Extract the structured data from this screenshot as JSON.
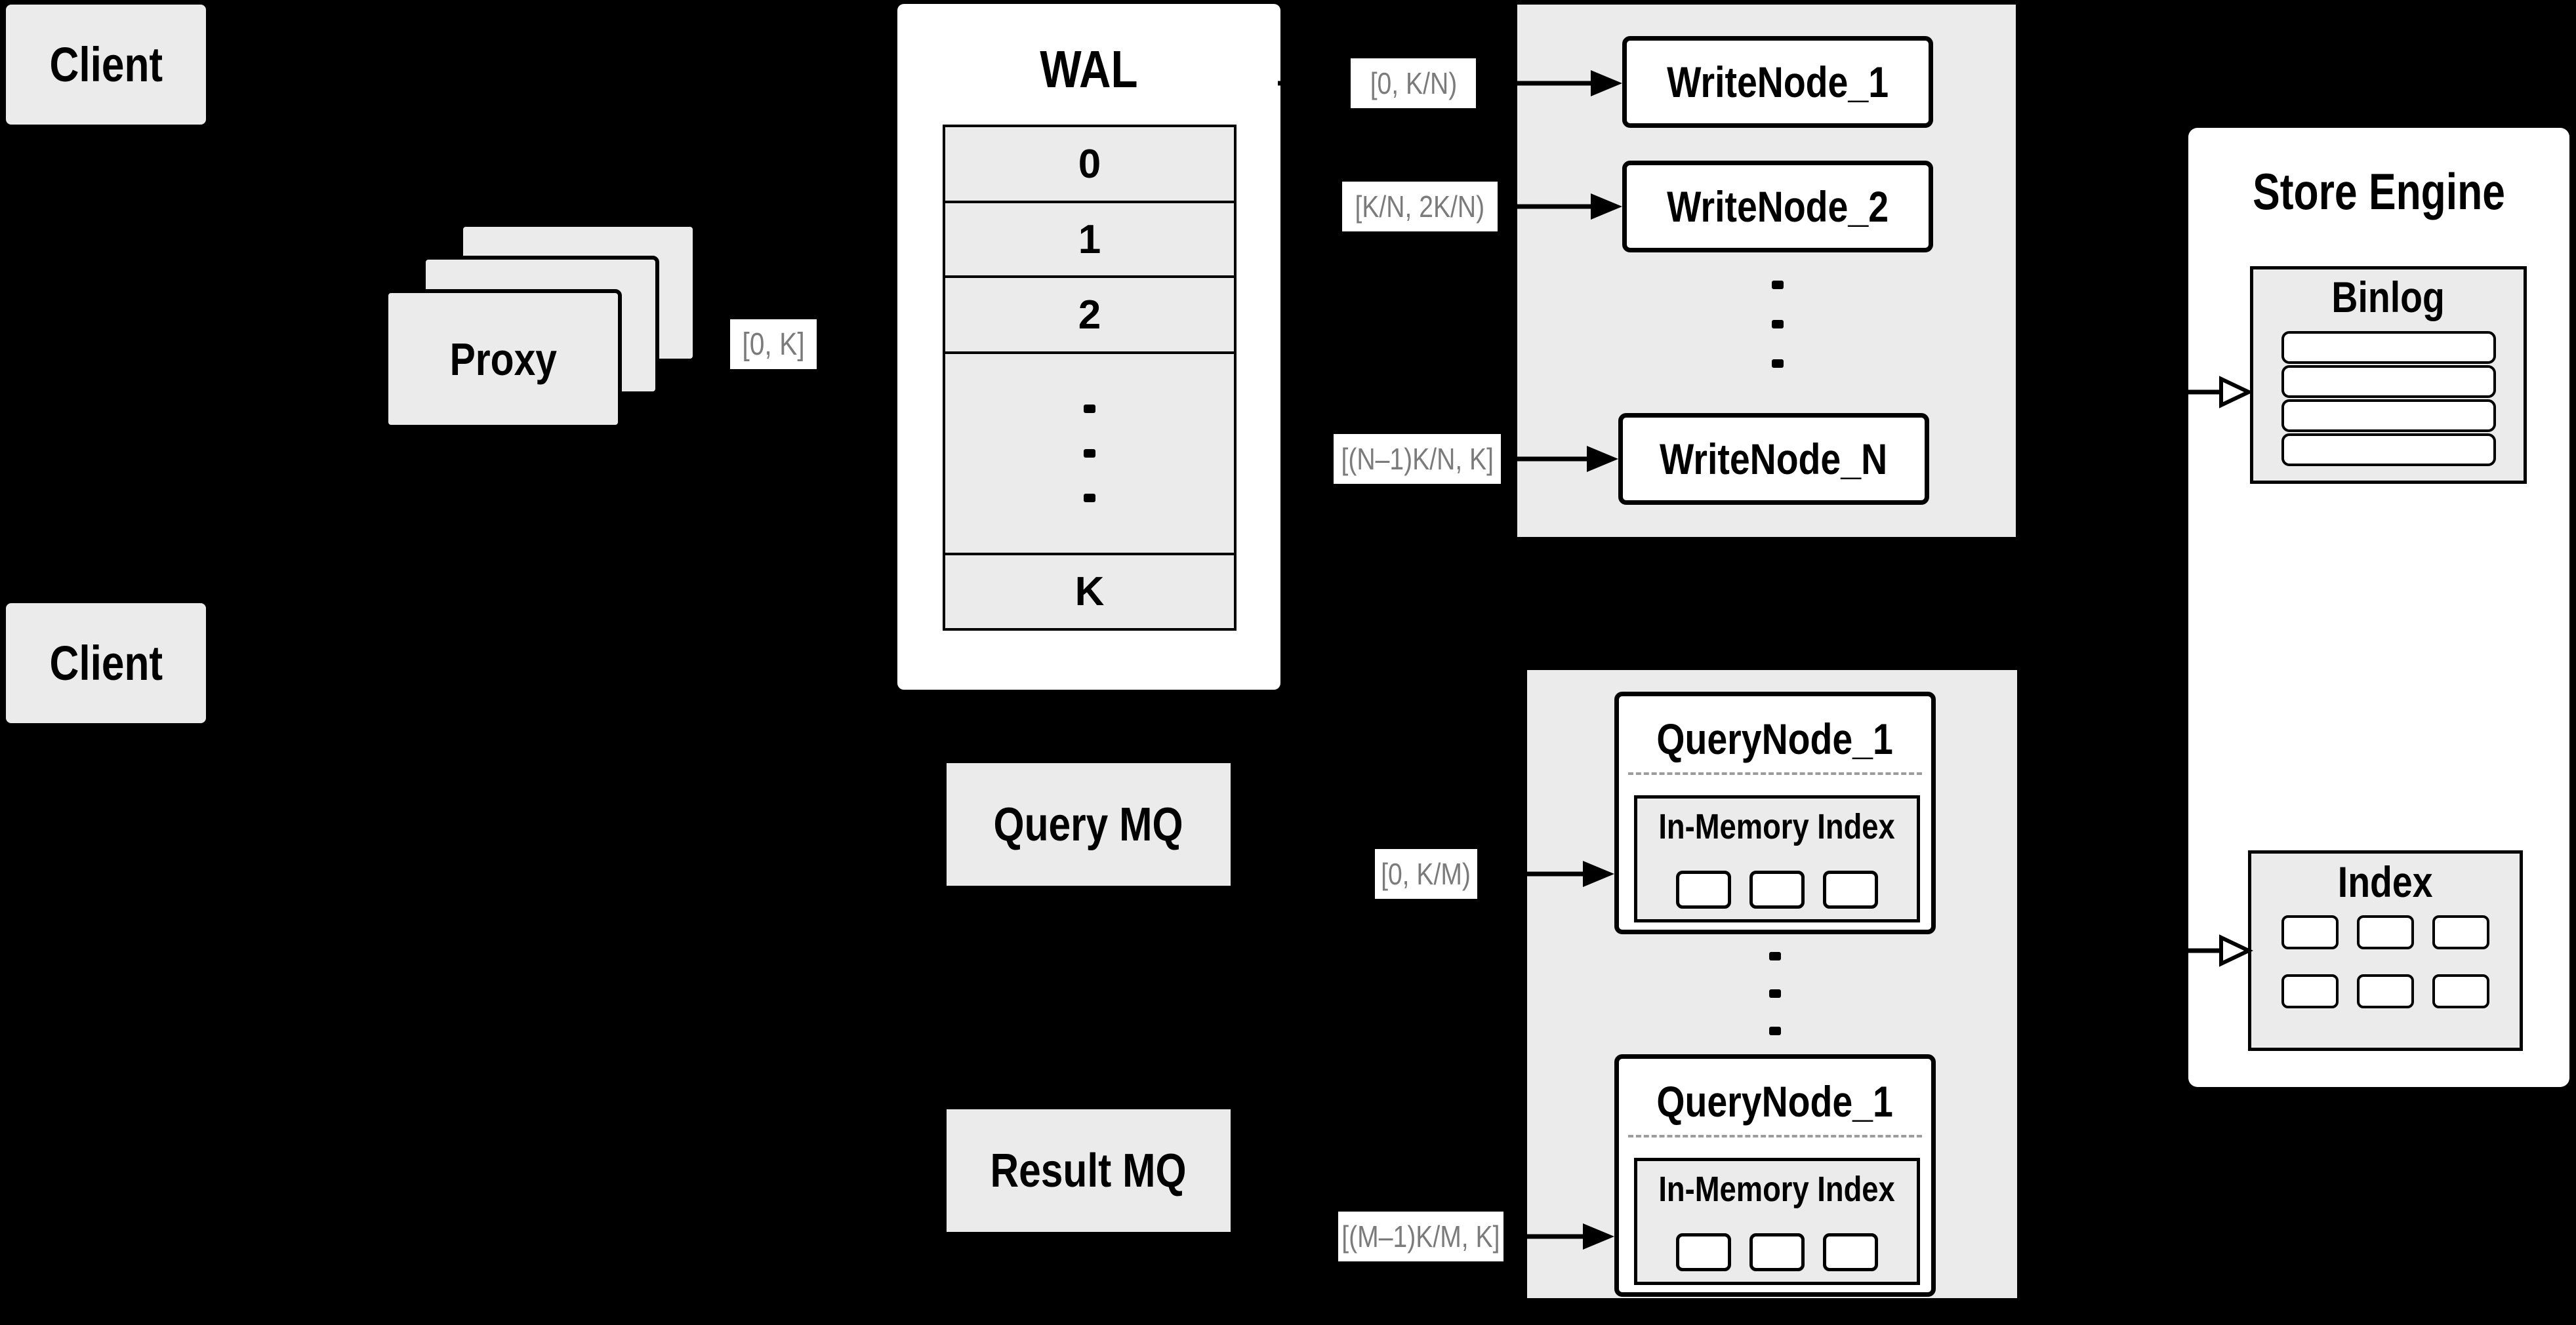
{
  "clients": {
    "top": "Client",
    "bottom": "Client"
  },
  "proxy": {
    "label": "Proxy",
    "range": "[0, K]"
  },
  "wal": {
    "title": "WAL",
    "rows": [
      "0",
      "1",
      "2"
    ],
    "last_row": "K"
  },
  "write": {
    "nodes": [
      "WriteNode_1",
      "WriteNode_2",
      "WriteNode_N"
    ],
    "ranges": [
      "[0, K/N)",
      "[K/N, 2K/N)",
      "[(N–1)K/N, K]"
    ]
  },
  "mq": {
    "query": "Query MQ",
    "result": "Result MQ"
  },
  "query": {
    "nodes": [
      {
        "title": "QueryNode_1",
        "inner": "In-Memory Index"
      },
      {
        "title": "QueryNode_1",
        "inner": "In-Memory Index"
      }
    ],
    "ranges": [
      "[0, K/M)",
      "[(M–1)K/M, K]"
    ]
  },
  "store": {
    "title": "Store Engine",
    "binlog": "Binlog",
    "index": "Index"
  },
  "colors": {
    "background": "#000000",
    "panel_gray": "#ebebeb",
    "panel_white": "#ffffff",
    "line": "#000000",
    "range_text": "#7b7b7b",
    "divider": "#9c9c9c"
  }
}
